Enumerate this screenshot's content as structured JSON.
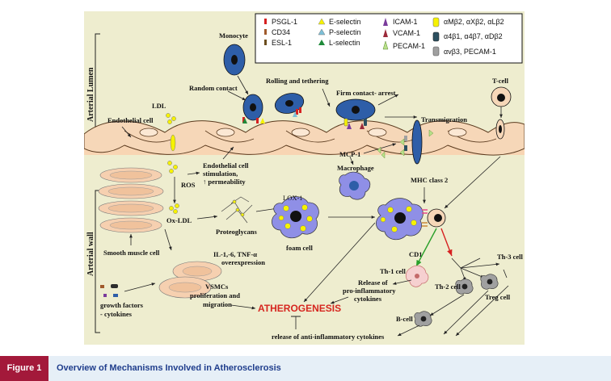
{
  "legend": {
    "col1": [
      "PSGL-1",
      "CD34",
      "ESL-1"
    ],
    "col2": [
      "E-selectin",
      "P-selectin",
      "L-selectin"
    ],
    "col3": [
      "ICAM-1",
      "VCAM-1",
      "PECAM-1"
    ],
    "col4": [
      "αMβ2, αXβ2, αLβ2",
      "α4β1, α4β7, αDβ2",
      "αvβ3, PECAM-1"
    ]
  },
  "regions": {
    "lumen": "Arterial Lumen",
    "wall": "Arterial wall"
  },
  "labels": {
    "monocyte": "Monocyte",
    "random_contact": "Random contact",
    "rolling": "Rolling and tethering",
    "firm_contact": "Firm contact- arrest",
    "tcell": "T-cell",
    "ldl": "LDL",
    "endothelial": "Endothelial cell",
    "transmigration": "Transmigration",
    "mcp1": "MCP-1",
    "endo_stim_1": "Endothelial cell",
    "endo_stim_2": "stimulation,",
    "endo_stim_3": "↑ permeability",
    "ros": "ROS",
    "macrophage": "Macrophage",
    "mhc": "MHC class 2",
    "lox1": "LOX-1",
    "oxldl": "Ox-LDL",
    "proteoglycans": "Proteoglycans",
    "foam": "foam cell",
    "smooth_muscle": "Smooth muscle cell",
    "il_1": "IL-1,-6, TNF-α",
    "il_2": "overexpression",
    "cd1": "CD1",
    "th3": "Th-3 cell",
    "th1": "Th-1 cell",
    "release_pro_1": "Release of",
    "release_pro_2": "pro-inflammatory",
    "release_pro_3": "cytokines",
    "th2": "Th-2 cell",
    "treg": "Treg cell",
    "vsmc_1": "VSMCs",
    "vsmc_2": "proliferation and",
    "vsmc_3": "migration",
    "growth_1": "growth factors",
    "growth_2": "- cytokines",
    "atherogenesis": "ATHEROGENESIS",
    "bcell": "B-cell",
    "release_anti": "release of anti-inflammatory  cytokines"
  },
  "caption": {
    "tag": "Figure 1",
    "title": "Overview of Mechanisms Involved in Atherosclerosis"
  },
  "colors": {
    "background": "#eeedcf",
    "cell_blue": "#2e5ea8",
    "cytoplasm_purple": "#8f8fe6",
    "lipid_yellow": "#f6f200",
    "endothelium": "#f6d7b8",
    "wall_band": "#f8d5b3",
    "atherogenesis_red": "#d6261f",
    "caption_tag": "#a3193a",
    "caption_bar": "#e6eff7"
  }
}
